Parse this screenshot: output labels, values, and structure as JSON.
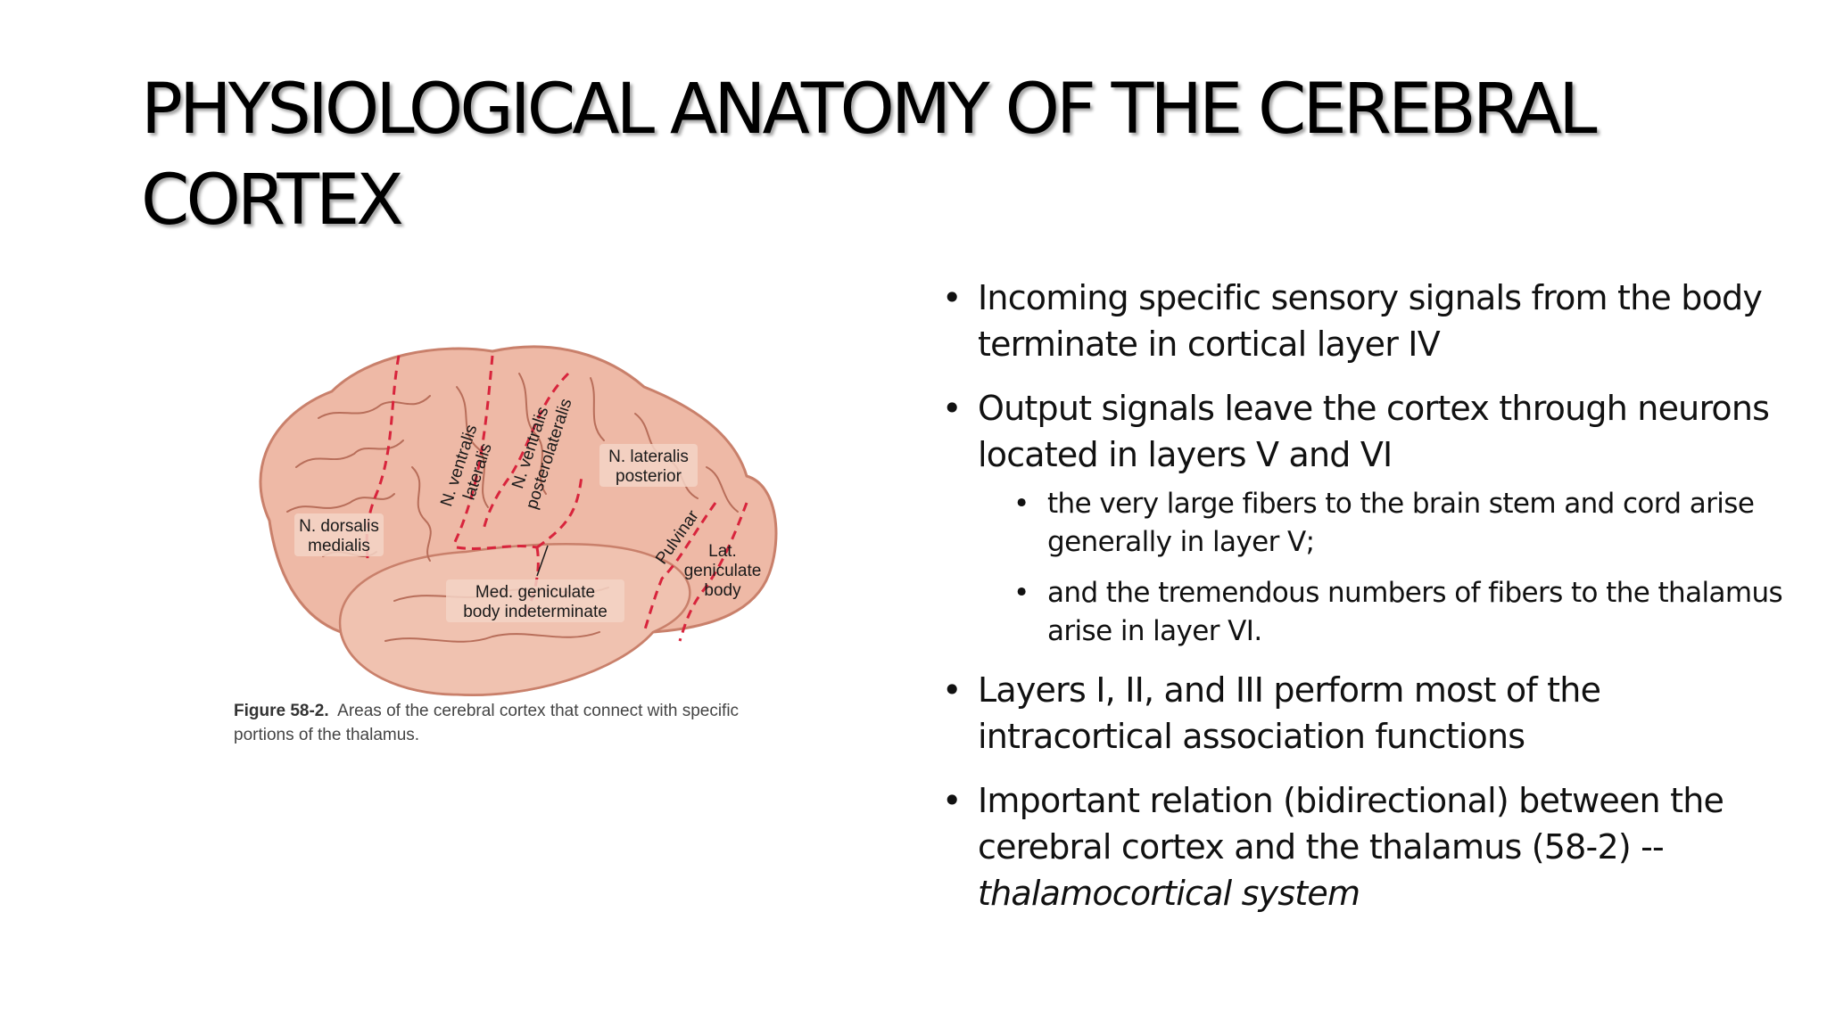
{
  "slide": {
    "title_line1": "PHYSIOLOGICAL ANATOMY OF THE CEREBRAL",
    "title_line2": "CORTEX"
  },
  "figure": {
    "labels": {
      "dorsalis_1": "N. dorsalis",
      "dorsalis_2": "medialis",
      "ventralis_lat_1": "N. ventralis",
      "ventralis_lat_2": "lateralis",
      "ventralis_post_1": "N. ventralis",
      "ventralis_post_2": "posterolateralis",
      "lateralis_post_1": "N. lateralis",
      "lateralis_post_2": "posterior",
      "pulvinar": "Pulvinar",
      "lat_gen_1": "Lat.",
      "lat_gen_2": "geniculate",
      "lat_gen_3": "body",
      "med_gen_1": "Med. geniculate",
      "med_gen_2": "body indeterminate"
    },
    "caption_bold": "Figure 58-2.",
    "caption_text": "Areas of the cerebral cortex that connect with specific",
    "caption_line2": "portions of the thalamus.",
    "colors": {
      "brain_fill": "#eeb9a6",
      "brain_outline": "#c9806b",
      "divider": "#d8243c"
    }
  },
  "bullets": {
    "b1": "Incoming specific sensory signals from the body terminate in cortical layer IV",
    "b2": "Output signals leave the cortex through neurons located in layers V and VI",
    "b2_sub1": "the very large fibers to the brain stem and cord arise generally in layer V;",
    "b2_sub2": "and the tremendous numbers of fibers to the thalamus arise in layer VI.",
    "b3": "Layers I, II, and III perform most of the intracortical association functions",
    "b4_plain": "Important relation (bidirectional) between the cerebral cortex and the thalamus (58-2) -- ",
    "b4_italic": "thalamocortical system"
  }
}
